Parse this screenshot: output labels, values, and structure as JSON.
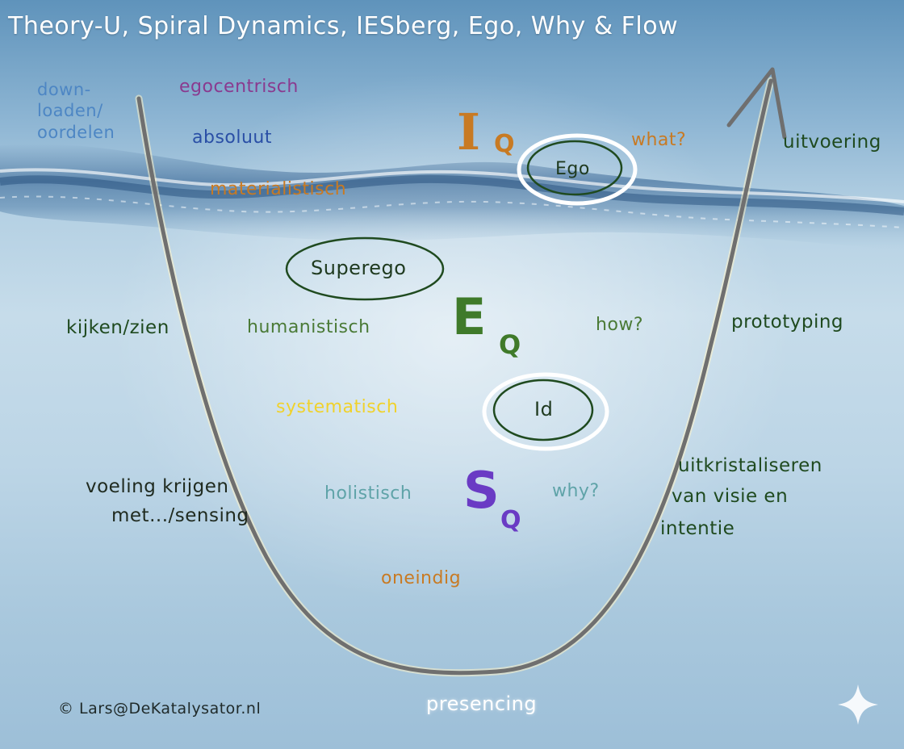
{
  "title": "Theory-U, Spiral Dynamics, IESberg, Ego, Why & Flow",
  "left_column": {
    "top_lines": [
      "down-",
      "loaden/",
      "oordelen"
    ],
    "middle": "kijken/zien",
    "bottom_line1": "voeling krijgen",
    "bottom_line2": "met.../sensing"
  },
  "right_column": {
    "top": "uitvoering",
    "middle": "prototyping",
    "bottom_lines": [
      "uitkristaliseren",
      "van visie en",
      "intentie"
    ]
  },
  "bottom_label": "presencing",
  "spiral_levels": {
    "egocentrisch": "egocentrisch",
    "absoluut": "absoluut",
    "materialistisch": "materialistisch",
    "humanistisch": "humanistisch",
    "systematisch": "systematisch",
    "holistisch": "holistisch",
    "oneindig": "oneindig"
  },
  "questions": {
    "what": "what?",
    "how": "how?",
    "why": "why?"
  },
  "freud": {
    "ego": "Ego",
    "superego": "Superego",
    "id": "Id"
  },
  "quotients": {
    "iq_letter": "I",
    "eq_letter": "E",
    "sq_letter": "S",
    "q": "Q"
  },
  "copyright": "© Lars@DeKatalysator.nl",
  "colors": {
    "title": "#ffffff",
    "u_curve": "#6f6f6f",
    "dark_green": "#1f4a1f",
    "mid_green": "#4a7a36",
    "orange": "#c87a23",
    "purple": "#7b3da0",
    "violet": "#6a3bc4",
    "blue": "#2a4fa6",
    "light_blue": "#4d86c4",
    "yellow": "#f0d22c",
    "teal": "#5fa3a8",
    "white": "#ffffff"
  }
}
